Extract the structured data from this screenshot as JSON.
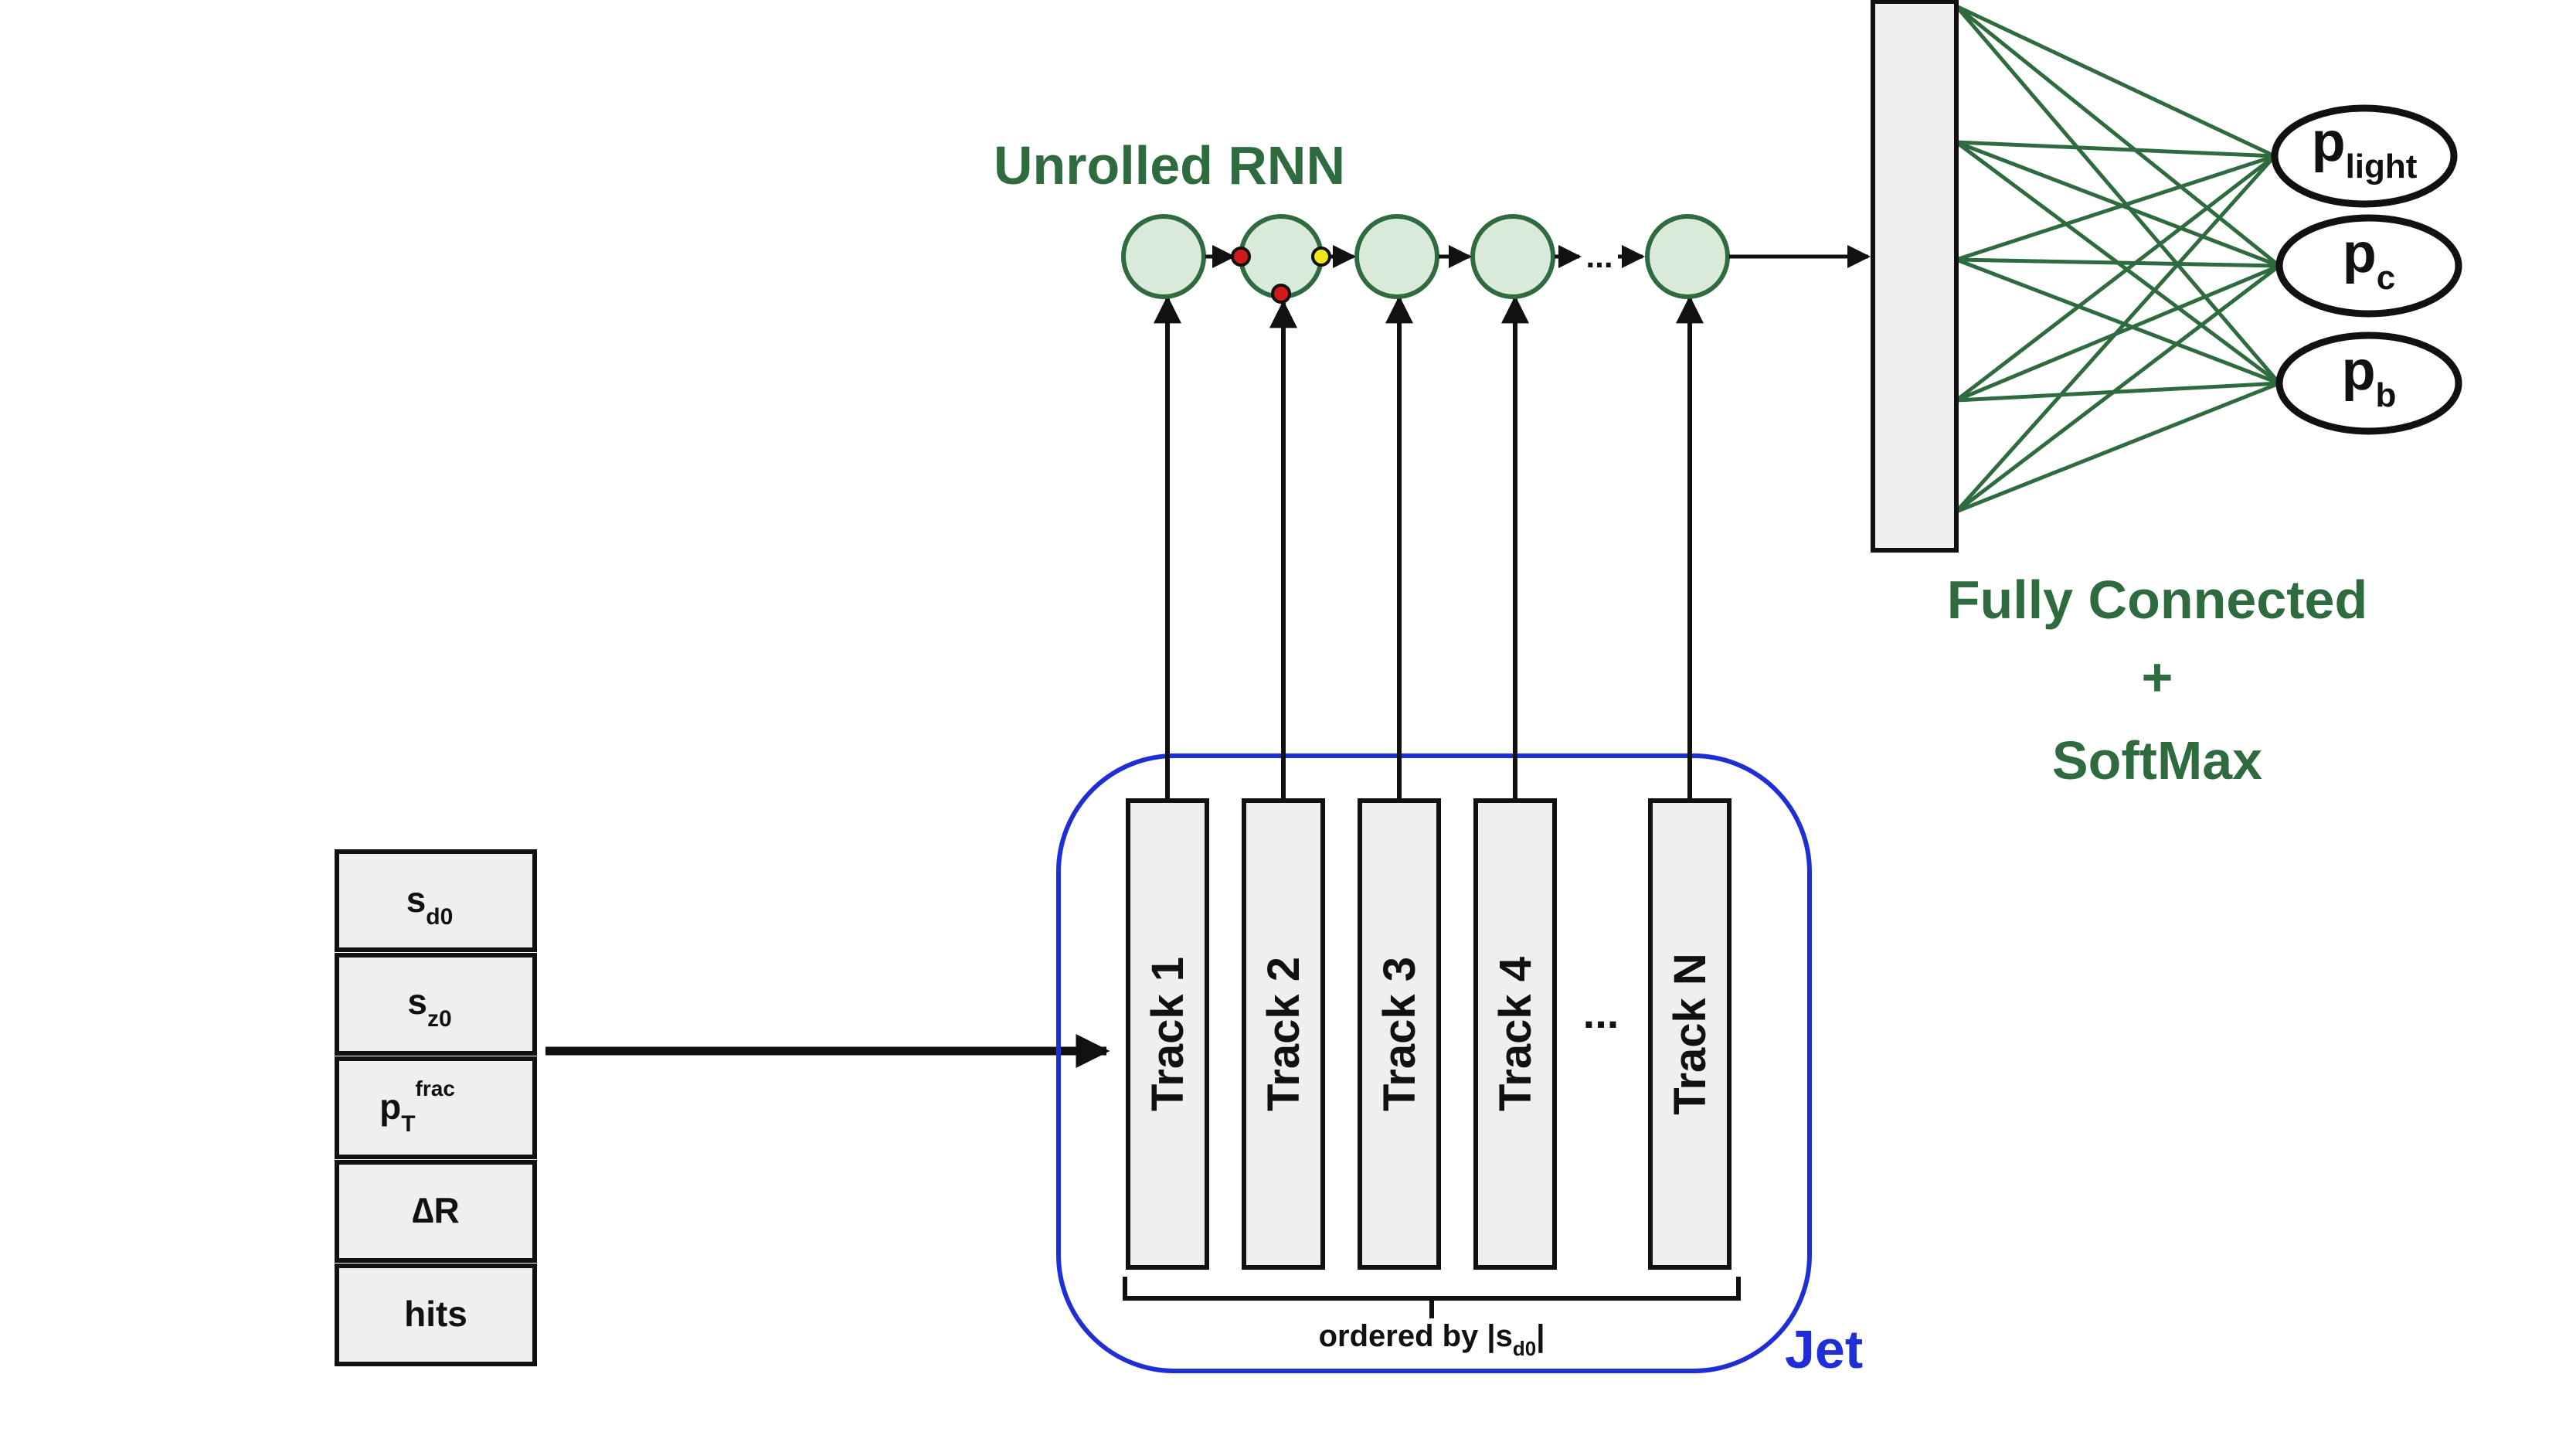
{
  "rnn": {
    "title": "Unrolled RNN",
    "ellipsis": "...",
    "cell_color": "#d9e9da",
    "stroke_color": "#2e6b3e",
    "gate_colors": [
      "#d21a1a",
      "#d21a1a",
      "#f1e51b"
    ]
  },
  "dense": {
    "title_line1": "Fully Connected",
    "title_line2": "+",
    "title_line3": "SoftMax",
    "outputs": [
      {
        "base": "p",
        "sub": "light"
      },
      {
        "base": "p",
        "sub": "c"
      },
      {
        "base": "p",
        "sub": "b"
      }
    ],
    "layer_fill": "#efefef"
  },
  "jet": {
    "label": "Jet",
    "border_color": "#1f2fd6",
    "tracks": [
      "Track 1",
      "Track 2",
      "Track 3",
      "Track 4",
      "Track N"
    ],
    "ellipsis": "...",
    "ordered_by": {
      "base": "ordered by |s",
      "sub": "d0",
      "tail": "|"
    }
  },
  "features": [
    {
      "base": "s",
      "sub": "d0",
      "sup": ""
    },
    {
      "base": "s",
      "sub": "z0",
      "sup": ""
    },
    {
      "base": "p",
      "sub": "T",
      "sup": "frac"
    },
    {
      "base": "∆R",
      "sub": "",
      "sup": ""
    },
    {
      "base": "hits",
      "sub": "",
      "sup": ""
    }
  ]
}
